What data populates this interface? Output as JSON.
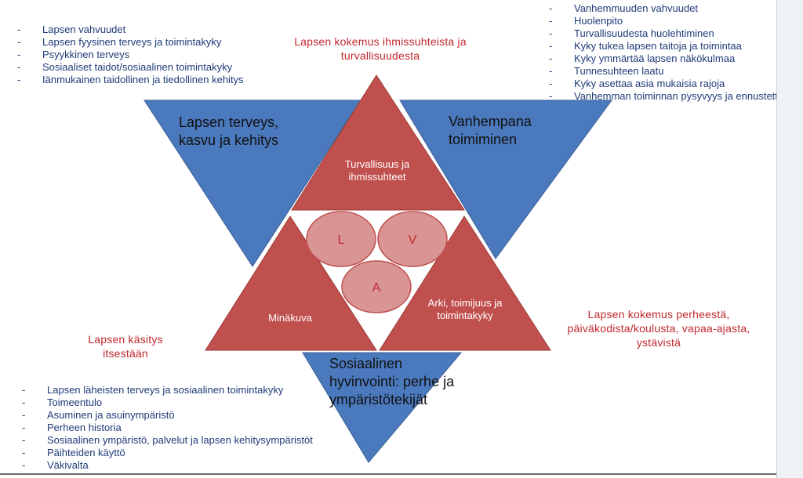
{
  "top_left_list": [
    "Lapsen vahvuudet",
    "Lapsen fyysinen terveys ja toimintakyky",
    "Psyykkinen terveys",
    "Sosiaaliset taidot/sosiaalinen toimintakyky",
    "Iänmukainen taidollinen ja tiedollinen kehitys"
  ],
  "top_right_list": [
    "Vanhemmuuden vahvuudet",
    "Huolenpito",
    "Turvallisuudesta huolehtiminen",
    "Kyky tukea lapsen taitoja ja toimintaa",
    "Kyky ymmärtää lapsen näkökulmaa",
    "Tunnesuhteen laatu",
    "Kyky asettaa asia mukaisia rajoja",
    "Vanhemman toiminnan pysyvyys ja ennustettavuus"
  ],
  "bottom_left_list": [
    "Lapsen läheisten terveys ja sosiaalinen toimintakyky",
    "Toimeentulo",
    "Asuminen ja asuinympäristö",
    "Perheen historia",
    "Sosiaalinen ympäristö, palvelut ja lapsen kehitysympäristöt",
    "Päihteiden käyttö",
    "Väkivalta"
  ],
  "labels": {
    "top_center": "Lapsen kokemus ihmissuhteista ja turvallisuudesta",
    "left": "Lapsen käsitys itsestään",
    "right": "Lapsen kokemus perheestä, päiväkodista/koulusta, vapaa-ajasta, ystävistä"
  },
  "blue_triangles": {
    "left": "Lapsen terveys, kasvu ja kehitys",
    "right": "Vanhempana toimiminen",
    "bottom": "Sosiaalinen hyvinvointi: perhe ja ympäristötekijät"
  },
  "red_triangles": {
    "top": "Turvallisuus ja ihmissuhteet",
    "left": "Minäkuva",
    "right": "Arki, toimijuus ja toimintakyky"
  },
  "circles": [
    "L",
    "V",
    "A"
  ],
  "colors": {
    "blue": "#4b79bd",
    "blue_stroke": "#3a5f96",
    "red": "#c0504d",
    "red_stroke": "#9e3a37",
    "circle": "#d99594",
    "circle_stroke": "#c0504d",
    "label_red": "#c0282d",
    "list_text": "#1f3b78"
  }
}
